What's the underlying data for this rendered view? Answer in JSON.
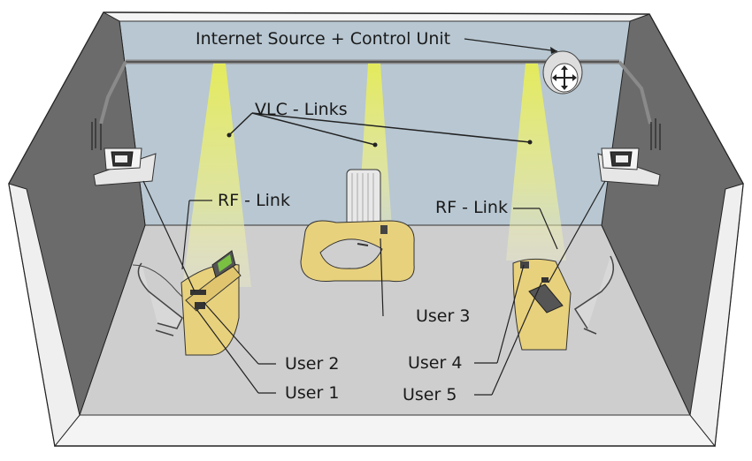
{
  "labels": {
    "internet_source": "Internet Source + Control Unit",
    "vlc_links": "VLC - Links",
    "rf_link_left": "RF - Link",
    "rf_link_right": "RF - Link",
    "user1": "User 1",
    "user2": "User 2",
    "user3": "User 3",
    "user4": "User 4",
    "user5": "User 5"
  },
  "colors": {
    "back_wall": "#b6c6d2",
    "side_wall": "#6e6e6e",
    "floor": "#cfcfcf",
    "light_beam": "#e4ea72",
    "desk": "#ead48c"
  }
}
